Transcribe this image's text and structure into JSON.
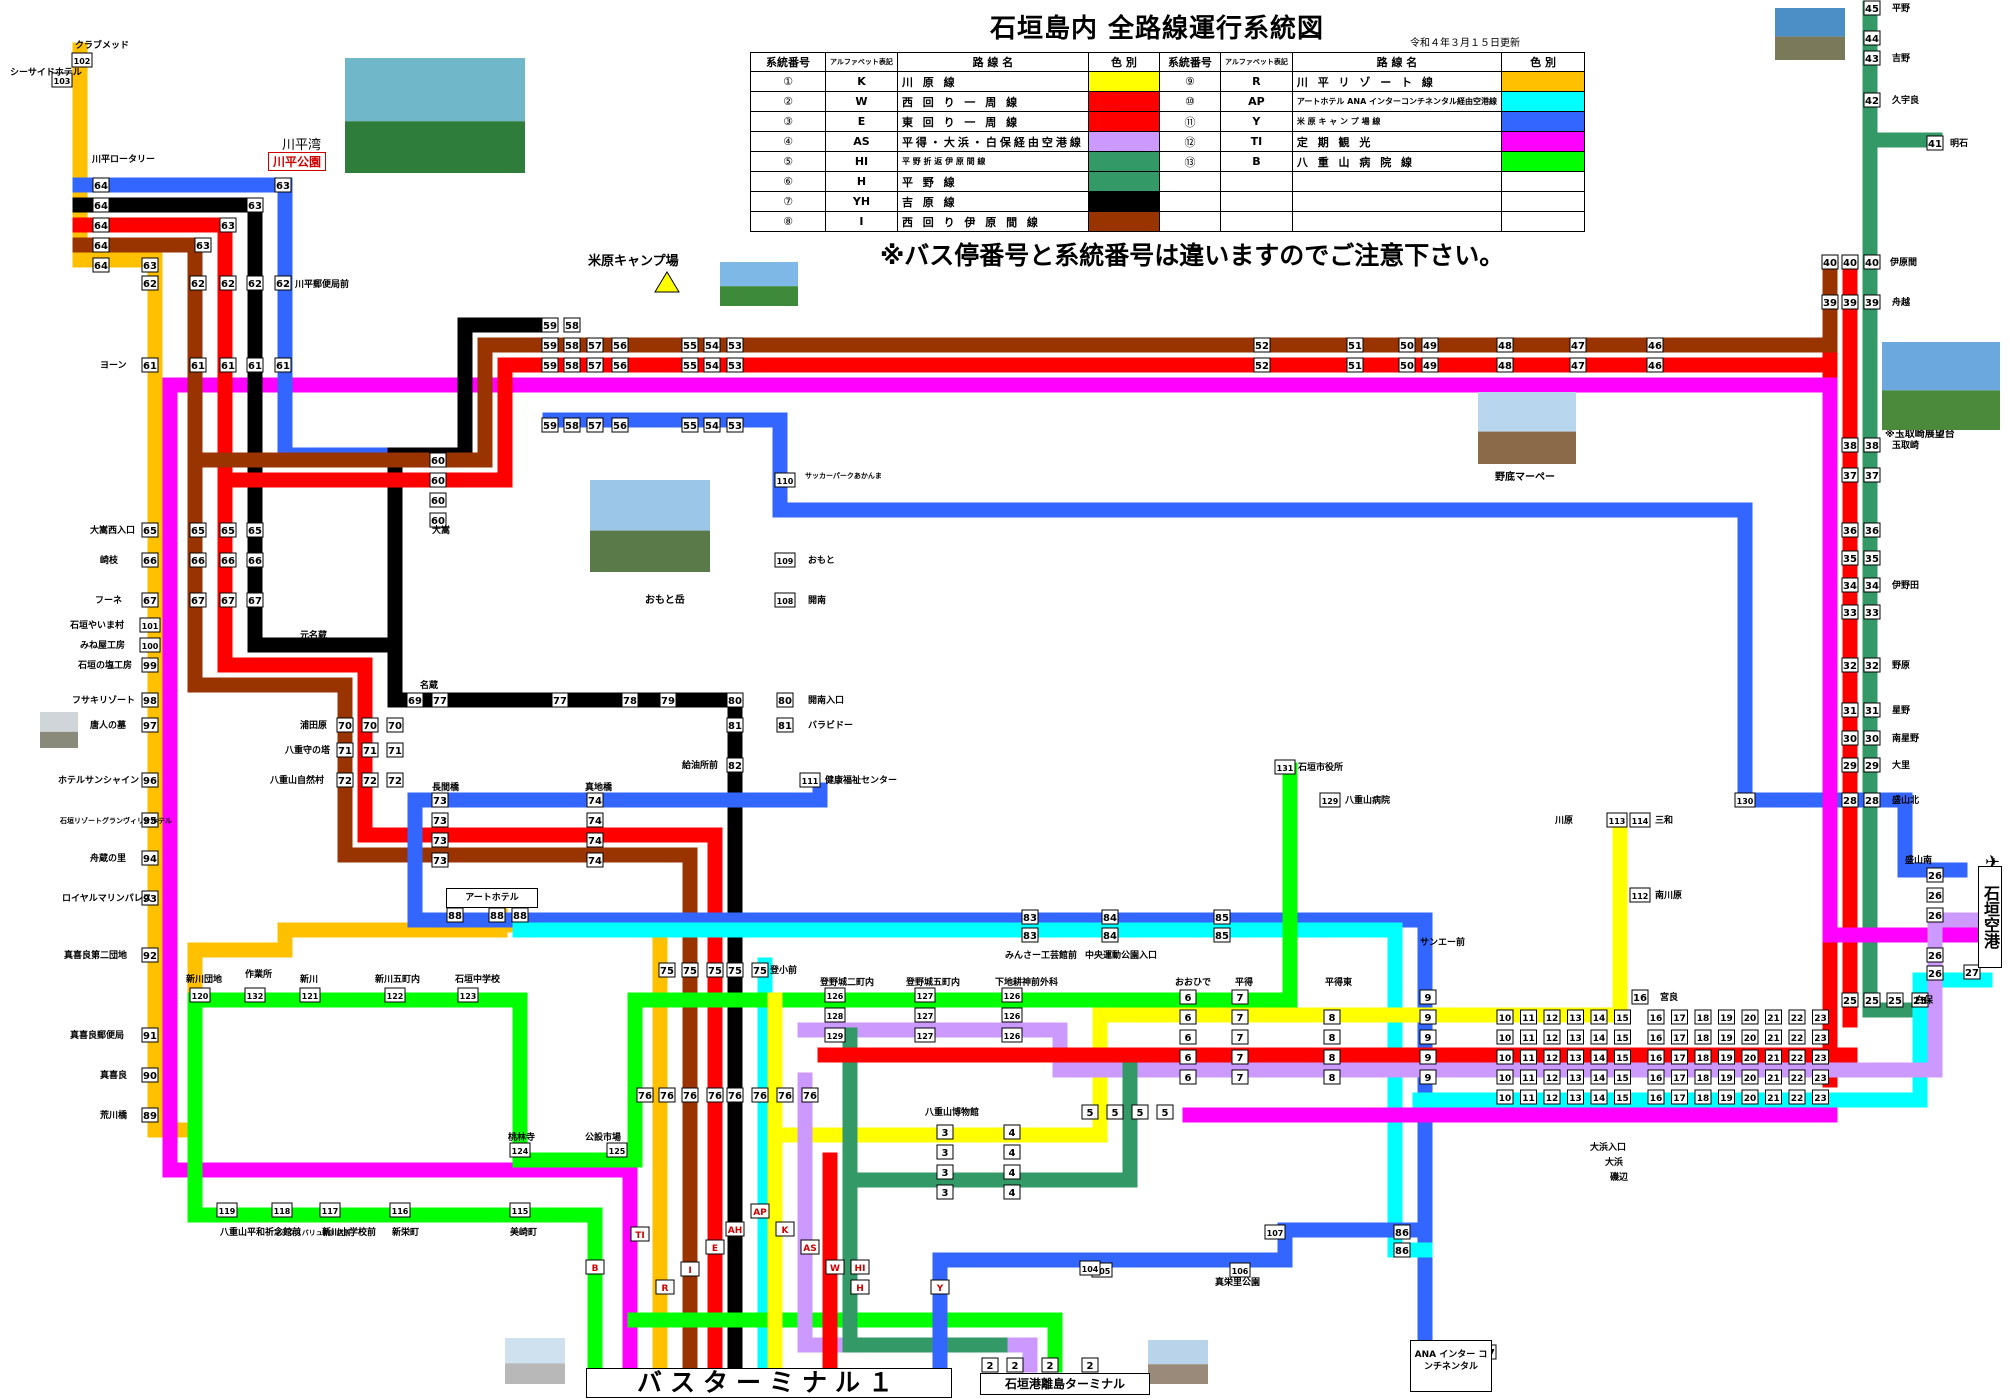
{
  "header": {
    "title": "石垣島内 全路線運行系統図",
    "updated": "令和４年３月１５日更新",
    "notice": "※バス停番号と系統番号は違いますのでご注意下さい。"
  },
  "legend": {
    "headers": [
      "系統番号",
      "アルファベット表記",
      "路 線 名",
      "色 別",
      "系統番号",
      "アルファベット表記",
      "路 線 名",
      "色 別"
    ],
    "left": [
      {
        "no": "①",
        "alpha": "K",
        "name": "川 原 線",
        "color": "#ffff00"
      },
      {
        "no": "②",
        "alpha": "W",
        "name": "西 回 り 一 周 線",
        "color": "#ff0000"
      },
      {
        "no": "③",
        "alpha": "E",
        "name": "東 回 り 一 周 線",
        "color": "#ff0000"
      },
      {
        "no": "④",
        "alpha": "AS",
        "name": "平得・大浜・白保経由空港線",
        "color": "#cc99ff"
      },
      {
        "no": "⑤",
        "alpha": "HI",
        "name": "平 野 折 返 伊 原 間 線",
        "color": "#339966"
      },
      {
        "no": "⑥",
        "alpha": "H",
        "name": "平 野 線",
        "color": "#339966"
      },
      {
        "no": "⑦",
        "alpha": "YH",
        "name": "吉 原 線",
        "color": "#000000"
      },
      {
        "no": "⑧",
        "alpha": "I",
        "name": "西 回 り 伊 原 間 線",
        "color": "#993300"
      }
    ],
    "right": [
      {
        "no": "⑨",
        "alpha": "R",
        "name": "川 平 リ ゾ ー ト 線",
        "color": "#ffc000"
      },
      {
        "no": "⑩",
        "alpha": "AP",
        "name": "アートホテル ANA インターコンチネンタル経由空港線",
        "color": "#00ffff"
      },
      {
        "no": "⑪",
        "alpha": "Y",
        "name": "米 原 キ ャ ン プ 場 線",
        "color": "#3366ff"
      },
      {
        "no": "⑫",
        "alpha": "TI",
        "name": "定 期 観 光",
        "color": "#ff00ff"
      },
      {
        "no": "⑬",
        "alpha": "B",
        "name": "八 重 山 病 院 線",
        "color": "#00ff00"
      },
      {
        "no": "",
        "alpha": "",
        "name": "",
        "color": ""
      },
      {
        "no": "",
        "alpha": "",
        "name": "",
        "color": ""
      },
      {
        "no": "",
        "alpha": "",
        "name": "",
        "color": ""
      }
    ]
  },
  "places": {
    "bus_terminal": "バスターミナル１",
    "port_terminal": "石垣港離島ターミナル",
    "airport": "石垣空港",
    "ana_hotel": "ANA インター コンチネンタル",
    "art_hotel": "アートホテル",
    "kabira_bay": "川平湾",
    "kabira_park": "川平公園",
    "camp": "米原キャンプ場",
    "omoto": "おもと岳",
    "nosoko": "野底マーペー",
    "tamatori": "※玉取崎展望台"
  },
  "colors": {
    "yellow": "#ffff00",
    "red": "#ff0000",
    "lavender": "#cc99ff",
    "green": "#339966",
    "black": "#000000",
    "brown": "#993300",
    "orange": "#ffc000",
    "cyan": "#00ffff",
    "blue": "#3366ff",
    "magenta": "#ff00ff",
    "lime": "#00ff00"
  },
  "stop_labels": [
    "クラブメッド",
    "シーサイドホテル",
    "川平ロータリー",
    "川平郵便局前",
    "ヨーン",
    "大嵩西入口",
    "崎枝",
    "フーネ",
    "石垣やいま村",
    "みね屋工房",
    "石垣の塩工房",
    "フサキリゾート",
    "唐人の墓",
    "ホテルサンシャイン",
    "石垣リゾートグランヴィリオホテル",
    "舟蔵の里",
    "ロイヤルマリンパレス",
    "真喜良第二団地",
    "真喜良郵便局",
    "真喜良",
    "荒川橋",
    "元名蔵",
    "浦田原",
    "八重守の塔",
    "八重山自然村",
    "長間橋",
    "真地橋",
    "名蔵",
    "大嵩",
    "給油所前",
    "開南入口",
    "バラビドー",
    "健康福祉センター",
    "サッカーパークあかんま",
    "おもと",
    "開南",
    "新川団地",
    "石垣中学校",
    "新川五町内",
    "新川",
    "作業所",
    "桃林寺",
    "公設市場",
    "登小前",
    "登野城二町内",
    "登野城五町内",
    "下地耕神前外科",
    "おおひで",
    "平得",
    "平得東",
    "サンエー前",
    "大浜入口",
    "大浜",
    "磯辺",
    "白保",
    "伊原間",
    "平野",
    "久宇良",
    "吉野",
    "明石",
    "舟越",
    "玉取崎",
    "伊野田",
    "野原",
    "星野",
    "南星野",
    "大里",
    "盛山北",
    "盛山南",
    "三和",
    "川原",
    "南川原",
    "八重山病院",
    "石垣市役所",
    "宮良",
    "八重山博物館",
    "真栄里公園",
    "中央運動公園入口",
    "みんさー工芸館前",
    "八重山平和祈念館前",
    "マックスバリュ新川店前",
    "新川小学校前",
    "新栄町",
    "美崎町"
  ]
}
